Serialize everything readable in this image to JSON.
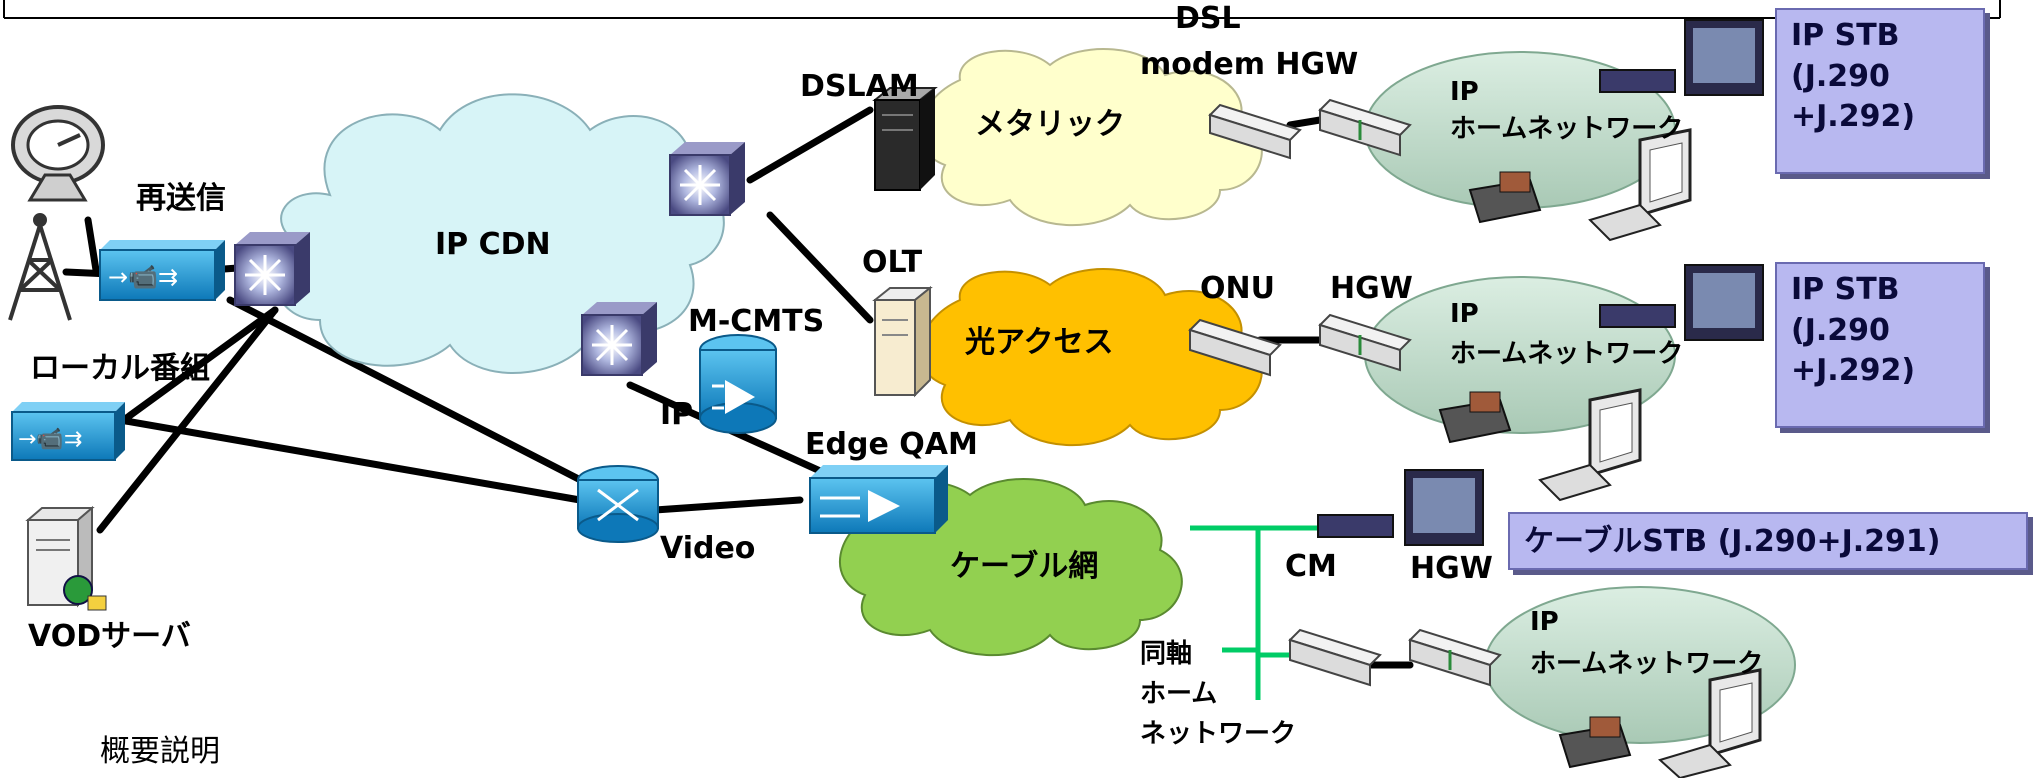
{
  "labels": {
    "retransmit": "再送信",
    "local": "ローカル番組",
    "vod": "VODサーバ",
    "ipcdn": "IP CDN",
    "dslam": "DSLAM",
    "dsl": "DSL",
    "modem_hgw": "modem HGW",
    "metallic": "メタリック",
    "olt": "OLT",
    "onu": "ONU",
    "hgw_fiber": "HGW",
    "fiber": "光アクセス",
    "mcmts": "M-CMTS",
    "ip": "IP",
    "edgeqam": "Edge QAM",
    "video": "Video",
    "cable": "ケーブル網",
    "cm": "CM",
    "hgw_cable": "HGW",
    "coax_line1": "同軸",
    "coax_line2": "ホーム",
    "coax_line3": "ネットワーク",
    "summary": "概要説明",
    "home1_ip": "IP",
    "home1_net": "ホームネットワーク",
    "home2_ip": "IP",
    "home2_net": "ホームネットワーク",
    "home3_ip": "IP",
    "home3_net": "ホームネットワーク"
  },
  "boxes": {
    "stb1": [
      "IP STB",
      "(J.290",
      "+J.292)"
    ],
    "stb2": [
      "IP STB",
      "(J.290",
      "+J.292)"
    ],
    "stb3": "ケーブルSTB (J.290+J.291)"
  },
  "colors": {
    "cloud_ipcdn": "#d7f4f7",
    "cloud_metallic": "#ffffcc",
    "cloud_fiber": "#ffc000",
    "cloud_cable": "#92d050",
    "home_ellipse": "#c6e0d0",
    "coax_line": "#00cc66",
    "router_blue": "#1f9ad6",
    "switch_purple": "#6a6a9a",
    "stb_box": "#b8b8f0"
  }
}
